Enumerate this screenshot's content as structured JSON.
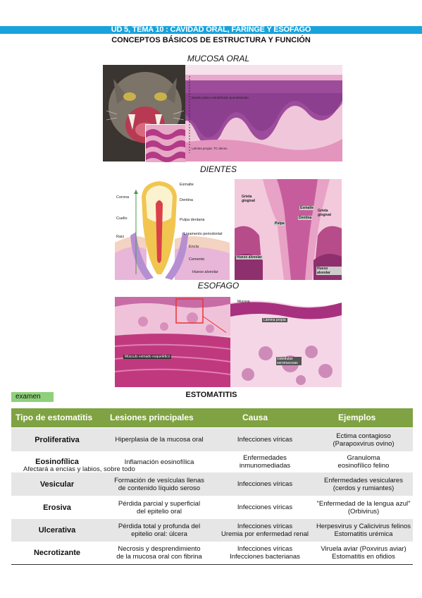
{
  "header": {
    "title": "UD 5, TEMA 10 : CAVIDAD ORAL, FARINGE Y ESÓFAGO",
    "subtitle": "CONCEPTOS BÁSICOS DE ESTRUCTURA Y FUNCIÓN"
  },
  "sections": {
    "mucosa": "MUCOSA ORAL",
    "dientes": "DIENTES",
    "esofago": "ESOFAGO",
    "estomatitis": "ESTOMATITIS"
  },
  "mucosa_labels": {
    "epitelio": "Epitelio plano estratificado queratinizado",
    "lamina": "Lámina propia: TC denso"
  },
  "tooth_labels": [
    "Esmalte",
    "Corona",
    "Dentina",
    "Cuello",
    "Pulpa dentaria",
    "Raíz",
    "Ligamento periodontal",
    "Encía",
    "Cemento",
    "Hueso alveolar"
  ],
  "tooth_histo_labels": [
    "Grieta gingival",
    "Esmalte",
    "Grieta gingival",
    "Pulpa",
    "Dentina",
    "Hueso alveolar",
    "Hueso alveolar"
  ],
  "esophagus_labels": {
    "musculo": "Músculo estriado esquelético",
    "mucosa": "Mucosa",
    "lamina": "Lámina propia",
    "glandulas": "Glándulas seromucosas"
  },
  "examen_tag": "examen",
  "table": {
    "headers": [
      "Tipo de estomatitis",
      "Lesiones principales",
      "Causa",
      "Ejemplos"
    ],
    "header_color": "#7fa242",
    "rows": [
      {
        "tipo": "Proliferativa",
        "lesion": "Hiperplasia de la mucosa oral",
        "causa": "Infecciones víricas",
        "ejemplos": "Ectima contagioso\n(Parapoxvirus ovino)"
      },
      {
        "tipo": "Eosinofílica",
        "lesion": "Inflamación eosinofílica",
        "causa": "Enfermedades\ninmunomediadas",
        "ejemplos": "Granuloma\neosinofílico felino"
      },
      {
        "tipo": "Vesicular",
        "lesion": "Formación de vesículas llenas\nde contenido líquido seroso",
        "causa": "Infecciones víricas",
        "ejemplos": "Enfermedades vesiculares\n(cerdos y rumiantes)"
      },
      {
        "tipo": "Erosiva",
        "lesion": "Pérdida parcial y superficial\ndel epitelio oral",
        "causa": "Infecciones víricas",
        "ejemplos": "\"Enfermedad de la lengua azul\"\n(Orbivirus)"
      },
      {
        "tipo": "Ulcerativa",
        "lesion": "Pérdida total y profunda del\nepitelio oral: úlcera",
        "causa": "Infecciones víricas\nUremia por enfermedad renal",
        "ejemplos": "Herpesvirus y Calicivirus felinos\nEstomatitis urémica"
      },
      {
        "tipo": "Necrotizante",
        "lesion": "Necrosis y desprendimiento\nde la mucosa oral con fibrina",
        "causa": "Infecciones víricas\nInfecciones bacterianas",
        "ejemplos": "Viruela aviar (Poxvirus aviar)\nEstomatitis en ofidios"
      }
    ],
    "annotation": "Afectará a encías y labios, sobre todo"
  }
}
